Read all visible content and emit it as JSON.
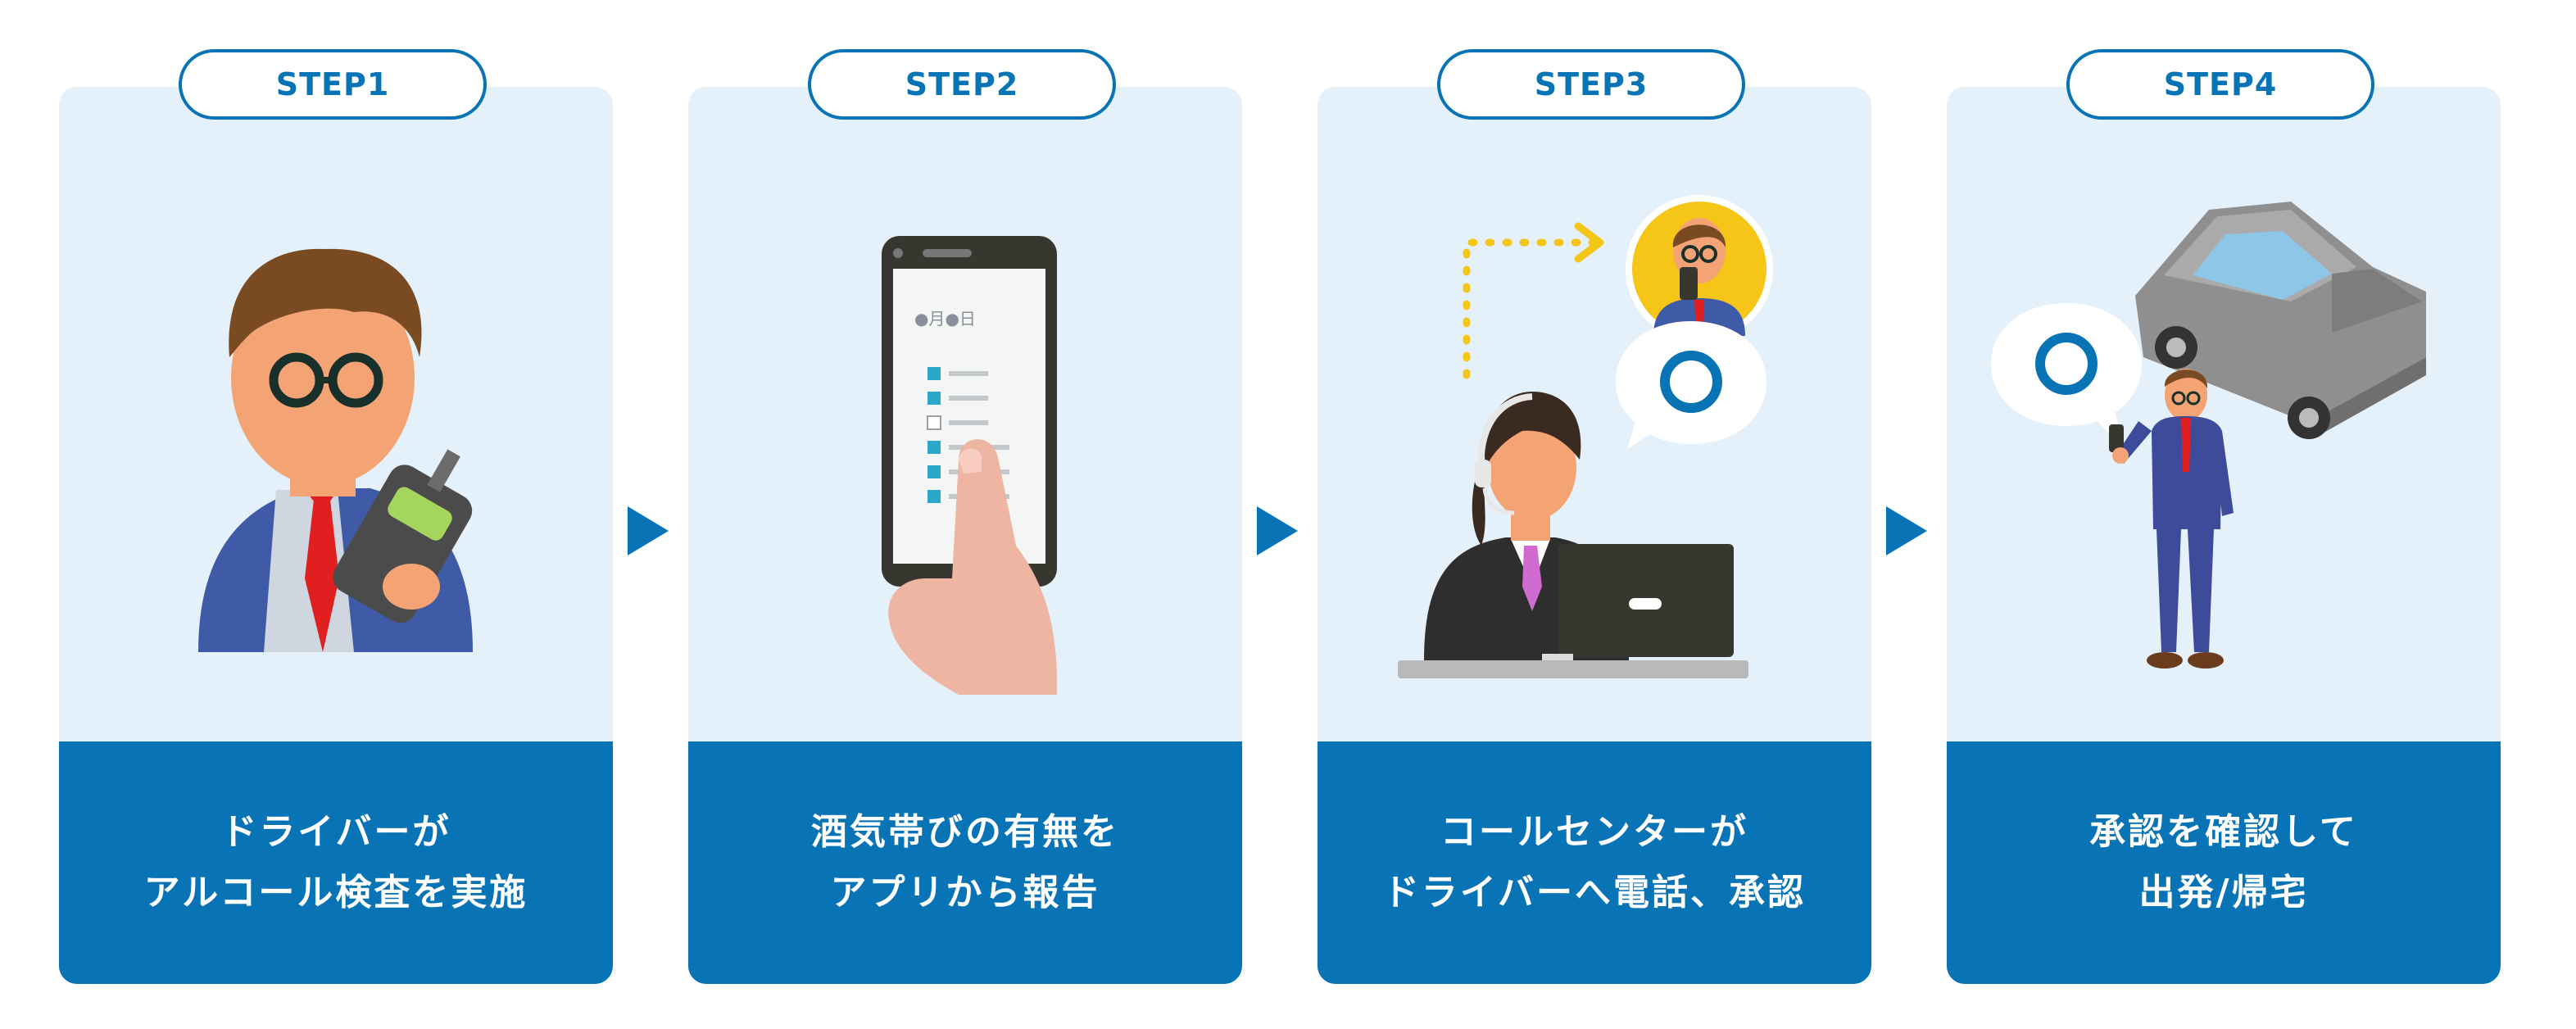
{
  "steps": [
    {
      "label": "STEP1",
      "caption": [
        "ドライバーが",
        "アルコール検査を実施"
      ]
    },
    {
      "label": "STEP2",
      "caption": [
        "酒気帯びの有無を",
        "アプリから報告"
      ],
      "phone_date": "●月●日"
    },
    {
      "label": "STEP3",
      "caption": [
        "コールセンターが",
        "ドライバーへ電話、承認"
      ]
    },
    {
      "label": "STEP4",
      "caption": [
        "承認を確認して",
        "出発/帰宅"
      ]
    }
  ],
  "colors": {
    "card_background": "#e4f1fb",
    "accent_blue": "#0873b5",
    "dotted_arrow_yellow": "#f5c518"
  },
  "icons": [
    "arrow-right-icon",
    "ok-circle-icon",
    "checkbox-icon"
  ]
}
